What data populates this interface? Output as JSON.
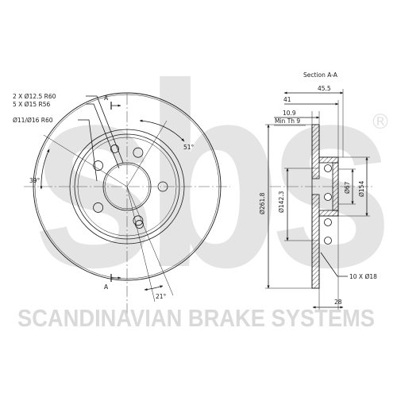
{
  "watermark": {
    "logo_text": "sbs",
    "registered_mark": "®",
    "company_name": "SCANDINAVIAN BRAKE SYSTEMS",
    "logo_color": "#e4e4e4",
    "name_color": "#d9d9d9"
  },
  "front_view": {
    "section_marker": "A",
    "labels": {
      "holes_a": "2 X Ø12.5 R60",
      "holes_b": "5 X Ø15 R56",
      "holes_c": "Ø11/Ø16 R60",
      "angle_1": "51°",
      "angle_2": "39°",
      "angle_3": "21°"
    },
    "bolt_hole_count": 5,
    "aux_hole_count": 2
  },
  "section_view": {
    "title": "Section A-A",
    "dims": {
      "total_width": "45.5",
      "offset": "41",
      "disc_thickness": "10.9",
      "min_thickness": "Min Th 9",
      "outer_diameter": "Ø261.8",
      "bolt_circle": "Ø142.3",
      "center_bore": "Ø67",
      "hat_diameter": "Ø154",
      "holes": "10 X Ø18",
      "hat_depth": "28"
    }
  },
  "colors": {
    "line": "#1a1a1a",
    "center_line": "#555555"
  }
}
